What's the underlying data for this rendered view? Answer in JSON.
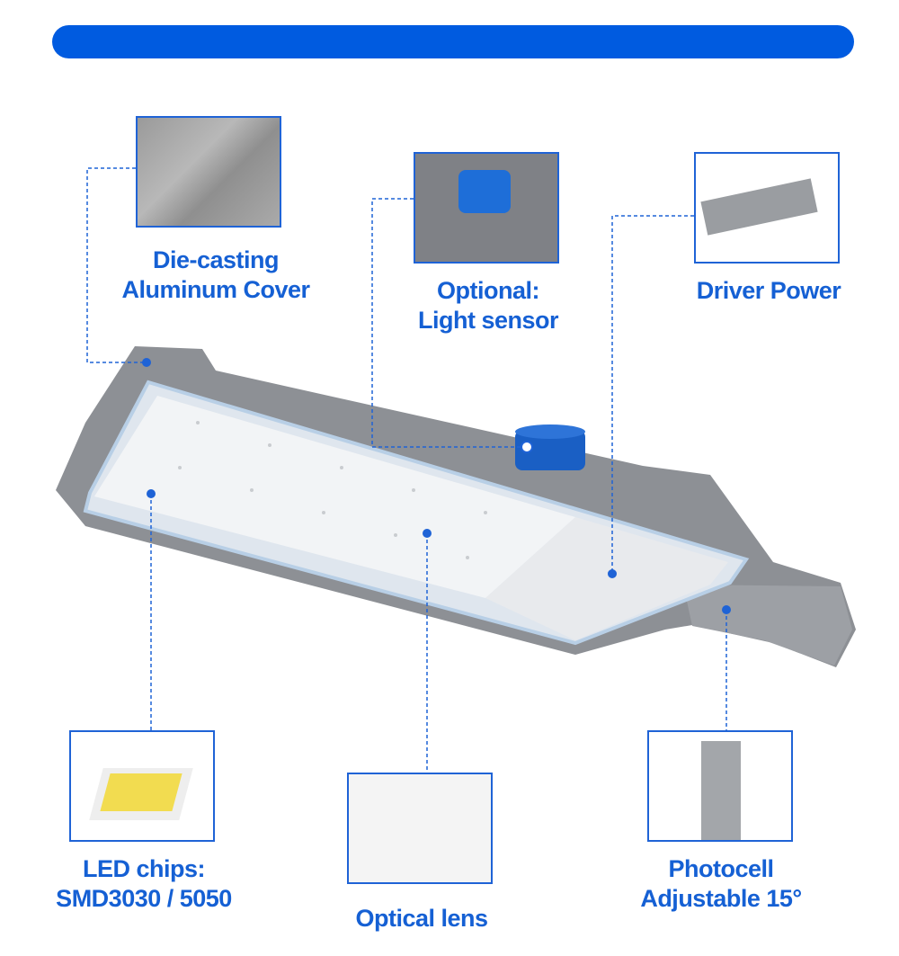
{
  "header_bar": {
    "color": "#005be0"
  },
  "callouts": [
    {
      "id": "die-casting",
      "lines": [
        "Die-casting",
        "Aluminum Cover"
      ]
    },
    {
      "id": "light-sensor",
      "lines": [
        "Optional:",
        "Light sensor"
      ]
    },
    {
      "id": "driver-power",
      "lines": [
        "Driver Power"
      ]
    },
    {
      "id": "led-chips",
      "lines": [
        "LED chips:",
        "SMD3030 / 5050"
      ]
    },
    {
      "id": "optical-lens",
      "lines": [
        "Optical lens"
      ]
    },
    {
      "id": "photocell",
      "lines": [
        "Photocell",
        "Adjustable 15°"
      ]
    }
  ],
  "colors": {
    "accent": "#1560d4",
    "housing": "#8d9095",
    "panel": "#eef1f5"
  }
}
